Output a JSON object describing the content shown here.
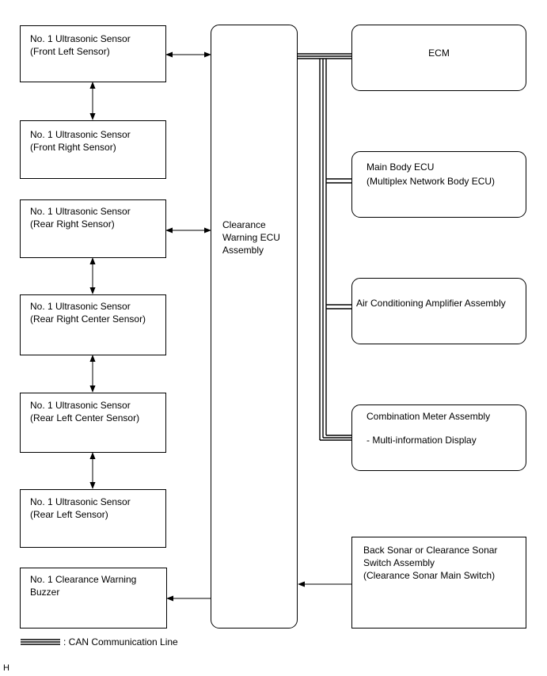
{
  "sensors": [
    {
      "line1": "No. 1 Ultrasonic Sensor",
      "line2": "(Front Left Sensor)"
    },
    {
      "line1": "No. 1 Ultrasonic Sensor",
      "line2": "(Front Right Sensor)"
    },
    {
      "line1": "No. 1 Ultrasonic Sensor",
      "line2": "(Rear Right Sensor)"
    },
    {
      "line1": "No. 1 Ultrasonic Sensor",
      "line2": "(Rear Right Center Sensor)"
    },
    {
      "line1": "No. 1 Ultrasonic Sensor",
      "line2": "(Rear Left Center Sensor)"
    },
    {
      "line1": "No. 1 Ultrasonic Sensor",
      "line2": "(Rear Left Sensor)"
    }
  ],
  "buzzer": {
    "line1": "No. 1 Clearance Warning",
    "line2": "Buzzer"
  },
  "ecu": {
    "line1": "Clearance",
    "line2": "Warning ECU",
    "line3": "Assembly"
  },
  "can_nodes": {
    "ecm": "ECM",
    "main_body": {
      "line1": "Main Body ECU",
      "line2": "(Multiplex Network Body ECU)"
    },
    "ac": "Air Conditioning Amplifier Assembly",
    "meter": {
      "line1": "Combination Meter Assembly",
      "line2": "- Multi-information Display"
    }
  },
  "switch": {
    "line1": "Back Sonar or Clearance Sonar",
    "line2": "Switch Assembly",
    "line3": "(Clearance Sonar Main Switch)"
  },
  "legend": {
    "label": ": CAN Communication Line"
  },
  "figure_code": "H"
}
